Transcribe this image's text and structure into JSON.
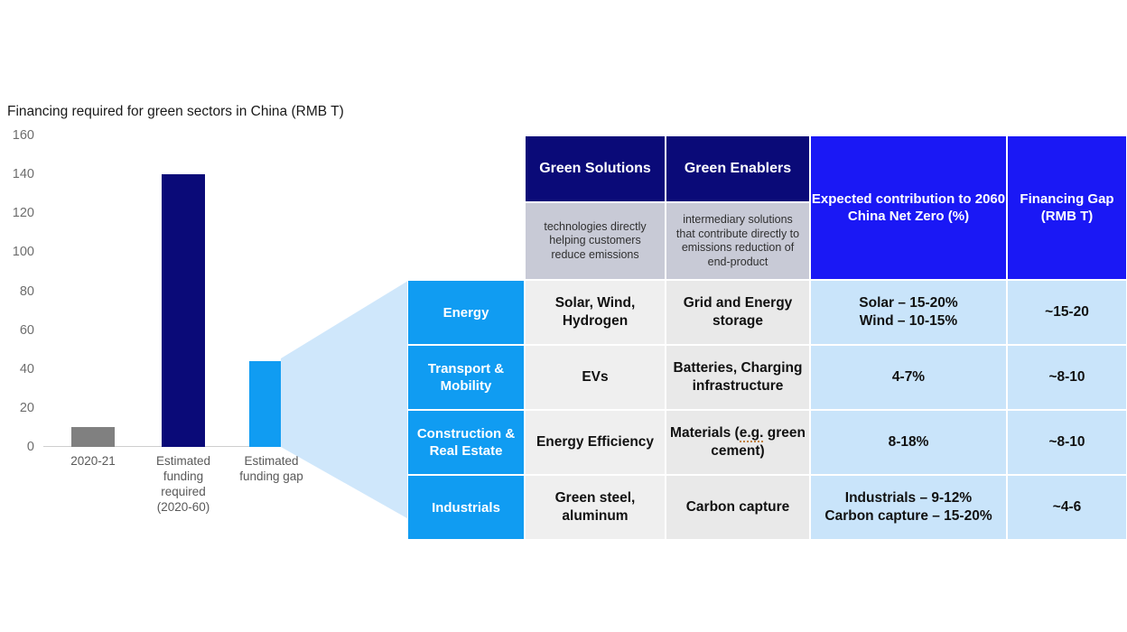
{
  "chart_data": {
    "type": "bar",
    "title": "Financing required for green sectors in China (RMB T)",
    "xlabel": "",
    "ylabel": "",
    "ylim": [
      0,
      160
    ],
    "yticks": [
      0,
      20,
      40,
      60,
      80,
      100,
      120,
      140,
      160
    ],
    "grid": false,
    "legend": "none",
    "categories": [
      "2020-21",
      "Estimated funding required (2020-60)",
      "Estimated funding gap"
    ],
    "category_labels": [
      [
        "2020-21"
      ],
      [
        "Estimated",
        "funding",
        "required",
        "(2020-60)"
      ],
      [
        "Estimated",
        "funding gap"
      ]
    ],
    "values": [
      10,
      140,
      44
    ],
    "bar_colors": [
      "#808080",
      "#0a0a78",
      "#109cf2"
    ]
  },
  "table": {
    "header": {
      "sector_blank": "",
      "columns": [
        {
          "title": "Green Solutions",
          "subtitle": "technologies directly helping customers reduce emissions"
        },
        {
          "title": "Green Enablers",
          "subtitle": "intermediary solutions that contribute directly to emissions reduction of end-product"
        }
      ],
      "contribution": "Expected contribution to 2060 China Net Zero (%)",
      "financing_gap": "Financing Gap (RMB T)"
    },
    "rows": [
      {
        "sector": "Energy",
        "solutions": "Solar, Wind, Hydrogen",
        "enablers": "Grid and Energy storage",
        "contribution": "Solar – 15-20%\nWind – 10-15%",
        "gap": "~15-20"
      },
      {
        "sector": "Transport & Mobility",
        "solutions": "EVs",
        "enablers": "Batteries, Charging infrastructure",
        "contribution": "4-7%",
        "gap": "~8-10"
      },
      {
        "sector": "Construction & Real Estate",
        "solutions": "Energy Efficiency",
        "enablers_prefix": "Materials (",
        "enablers_spell": "e.g.",
        "enablers_suffix": " green cement)",
        "contribution": "8-18%",
        "gap": "~8-10"
      },
      {
        "sector": "Industrials",
        "solutions": "Green steel, aluminum",
        "enablers": "Carbon capture",
        "contribution": "Industrials – 9-12%\nCarbon capture – 15-20%",
        "gap": "~4-6"
      }
    ]
  },
  "colors": {
    "navy": "#0a0a78",
    "bright_blue": "#1a18f5",
    "sector_blue": "#109cf2",
    "light_blue": "#c9e4fa",
    "grey_band": "#c8cad6",
    "light_grey": "#efefef",
    "bar_grey": "#808080"
  },
  "connector": {
    "name": "funnel-connector",
    "fill": "#cfe7fb"
  }
}
